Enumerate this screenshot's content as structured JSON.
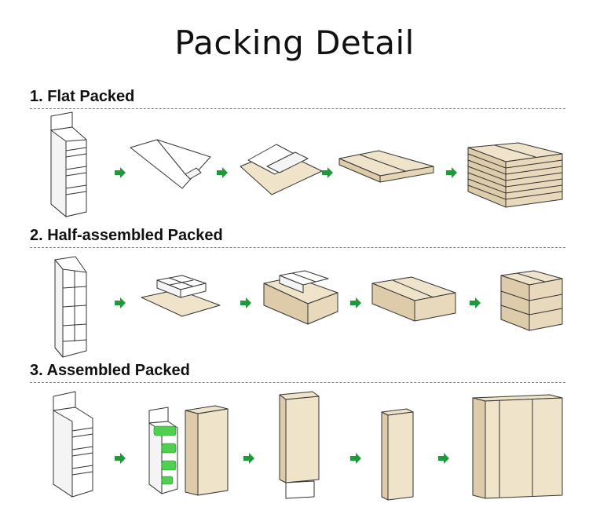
{
  "title": "Packing Detail",
  "sections": [
    {
      "label": "1. Flat Packed"
    },
    {
      "label": "2. Half-assembled Packed"
    },
    {
      "label": "3. Assembled Packed"
    }
  ],
  "icons": {
    "arrow": "green-arrow-right-icon"
  },
  "colors": {
    "cardboard": "#efe3ca",
    "cardboard_dark": "#ddcbaa",
    "outline": "#333333",
    "arrow": "#1f9a3a",
    "bottles": "#4fd04f"
  }
}
